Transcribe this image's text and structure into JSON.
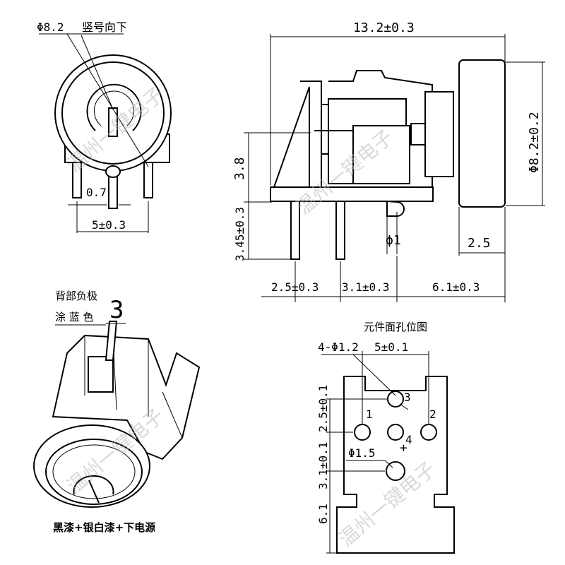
{
  "front_view": {
    "diameter_label": "Φ8.2",
    "orientation_note": "竖号向下",
    "pin_width_label": "0.7",
    "pin_pitch_label": "5±0.3"
  },
  "side_view": {
    "length_label": "13.2±0.3",
    "cap_diameter_label": "Φ8.2±0.2",
    "body_height_label": "3.8",
    "pin_length_label": "3.45±0.3",
    "led_diameter_label": "ϕ1",
    "cap_thickness_label": "2.5",
    "pin_offset_1_label": "2.5±0.3",
    "pin_offset_2_label": "3.1±0.3",
    "pin_offset_3_label": "6.1±0.3"
  },
  "iso_view": {
    "pin_number": "3",
    "note_line1": "背部负极",
    "note_line2": "涂 蓝 色",
    "caption": "黑漆+银白漆+下电源"
  },
  "pcb_layout": {
    "title": "元件面孔位图",
    "hole_label": "4-Φ1.2",
    "pitch_label": "5±0.1",
    "vertical_1_label": "2.5±0.1",
    "large_hole_label": "Φ1.5",
    "vertical_2_label": "3.1±0.1",
    "vertical_3_label": "6.1",
    "pin_labels": [
      "1",
      "2",
      "3",
      "4"
    ],
    "plus_mark": "+"
  },
  "watermark": "温州一键电子"
}
